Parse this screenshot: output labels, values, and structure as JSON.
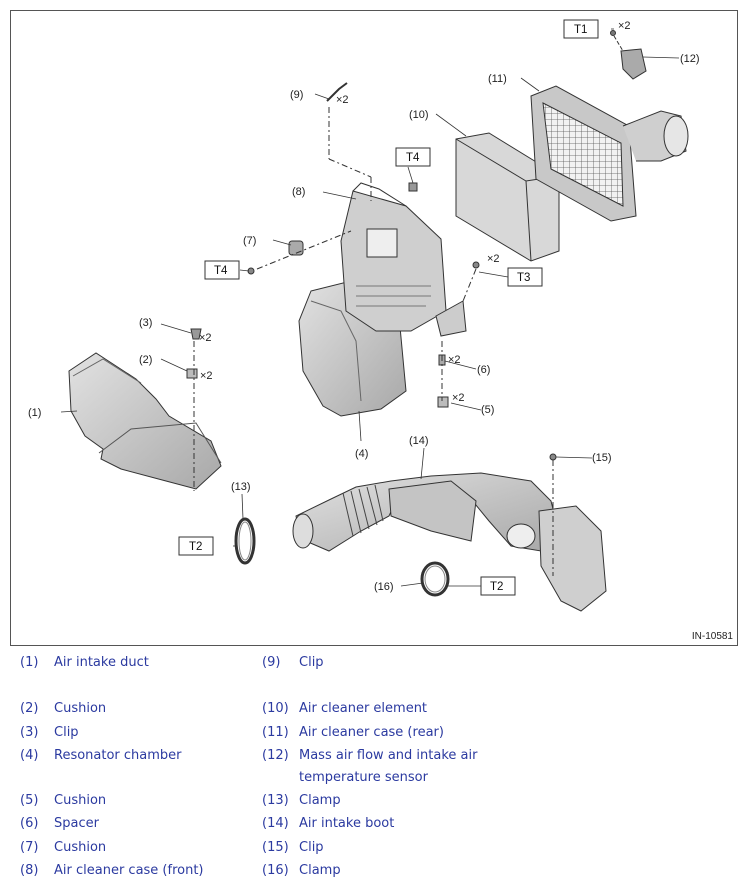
{
  "figure_id": "IN-10581",
  "callouts": [
    "(1)",
    "(2)",
    "(3)",
    "(4)",
    "(5)",
    "(6)",
    "(7)",
    "(8)",
    "(9)",
    "(10)",
    "(11)",
    "(12)",
    "(13)",
    "(14)",
    "(15)",
    "(16)"
  ],
  "torque_labels": [
    "T1",
    "T2",
    "T3",
    "T4"
  ],
  "multipliers": [
    "×2"
  ],
  "legend_left": [
    {
      "num": "(1)",
      "label": "Air intake duct"
    },
    {
      "num": "(2)",
      "label": "Cushion"
    },
    {
      "num": "(3)",
      "label": "Clip"
    },
    {
      "num": "(4)",
      "label": "Resonator chamber"
    },
    {
      "num": "(5)",
      "label": "Cushion"
    },
    {
      "num": "(6)",
      "label": "Spacer"
    },
    {
      "num": "(7)",
      "label": "Cushion"
    },
    {
      "num": "(8)",
      "label": "Air cleaner case (front)"
    }
  ],
  "legend_right": [
    {
      "num": "(9)",
      "label": "Clip"
    },
    {
      "num": "(10)",
      "label": "Air cleaner element"
    },
    {
      "num": "(11)",
      "label": "Air cleaner case (rear)"
    },
    {
      "num": "(12)",
      "label": "Mass air flow and intake air",
      "label2": "temperature sensor"
    },
    {
      "num": "(13)",
      "label": "Clamp"
    },
    {
      "num": "(14)",
      "label": "Air intake boot"
    },
    {
      "num": "(15)",
      "label": "Clip"
    },
    {
      "num": "(16)",
      "label": "Clamp"
    }
  ],
  "colors": {
    "legend_text": "#2b3aa0",
    "part_fill": "#d4d4d4",
    "part_dark": "#9a9a9a",
    "outline": "#333333"
  }
}
